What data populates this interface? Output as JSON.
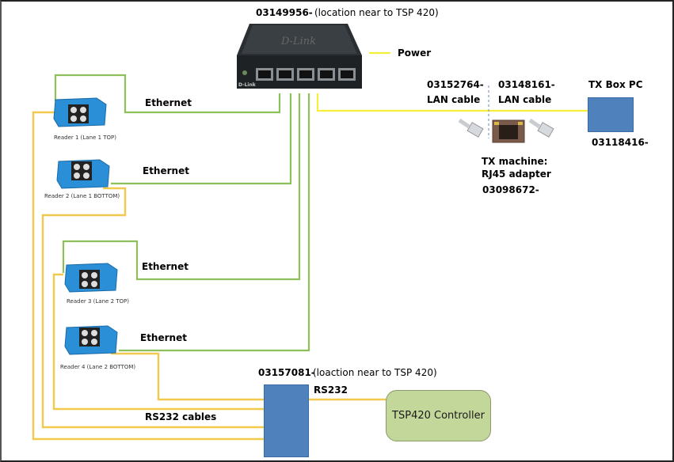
{
  "switch": {
    "part_number": "03149956-",
    "location_note": "(location near to TSP 420)",
    "brand": "D-Link",
    "port_count": 5
  },
  "power": {
    "label": "Power"
  },
  "lan_cables": [
    {
      "part_number": "03152764-",
      "label": "LAN cable"
    },
    {
      "part_number": "03148161-",
      "label": "LAN cable"
    }
  ],
  "tx_box_pc": {
    "title": "TX Box PC",
    "part_number": "03118416-"
  },
  "rj45_adapter": {
    "line1": "TX machine:",
    "line2": "RJ45 adapter",
    "part_number": "03098672-"
  },
  "readers": [
    {
      "label": "Reader 1 (Lane 1 TOP)",
      "ethernet_label": "Ethernet"
    },
    {
      "label": "Reader 2 (Lane 1 BOTTOM)",
      "ethernet_label": "Ethernet"
    },
    {
      "label": "Reader 3 (Lane 2 TOP)",
      "ethernet_label": "Ethernet"
    },
    {
      "label": "Reader 4 (Lane 2 BOTTOM)",
      "ethernet_label": "Ethernet"
    }
  ],
  "rs232_hub": {
    "part_number": "03157081-",
    "location_note": "(loaction near to TSP 420)",
    "output_label": "RS232"
  },
  "rs232_cables_label": "RS232 cables",
  "controller": {
    "label": "TSP420 Controller"
  },
  "colors": {
    "ethernet": "#8dc05a",
    "rs232": "#f2c94c",
    "power": "#f5ef3a",
    "box_blue": "#4f81bd",
    "controller_fill": "#c4d79b",
    "reader_blue": "#2a8fd6"
  }
}
